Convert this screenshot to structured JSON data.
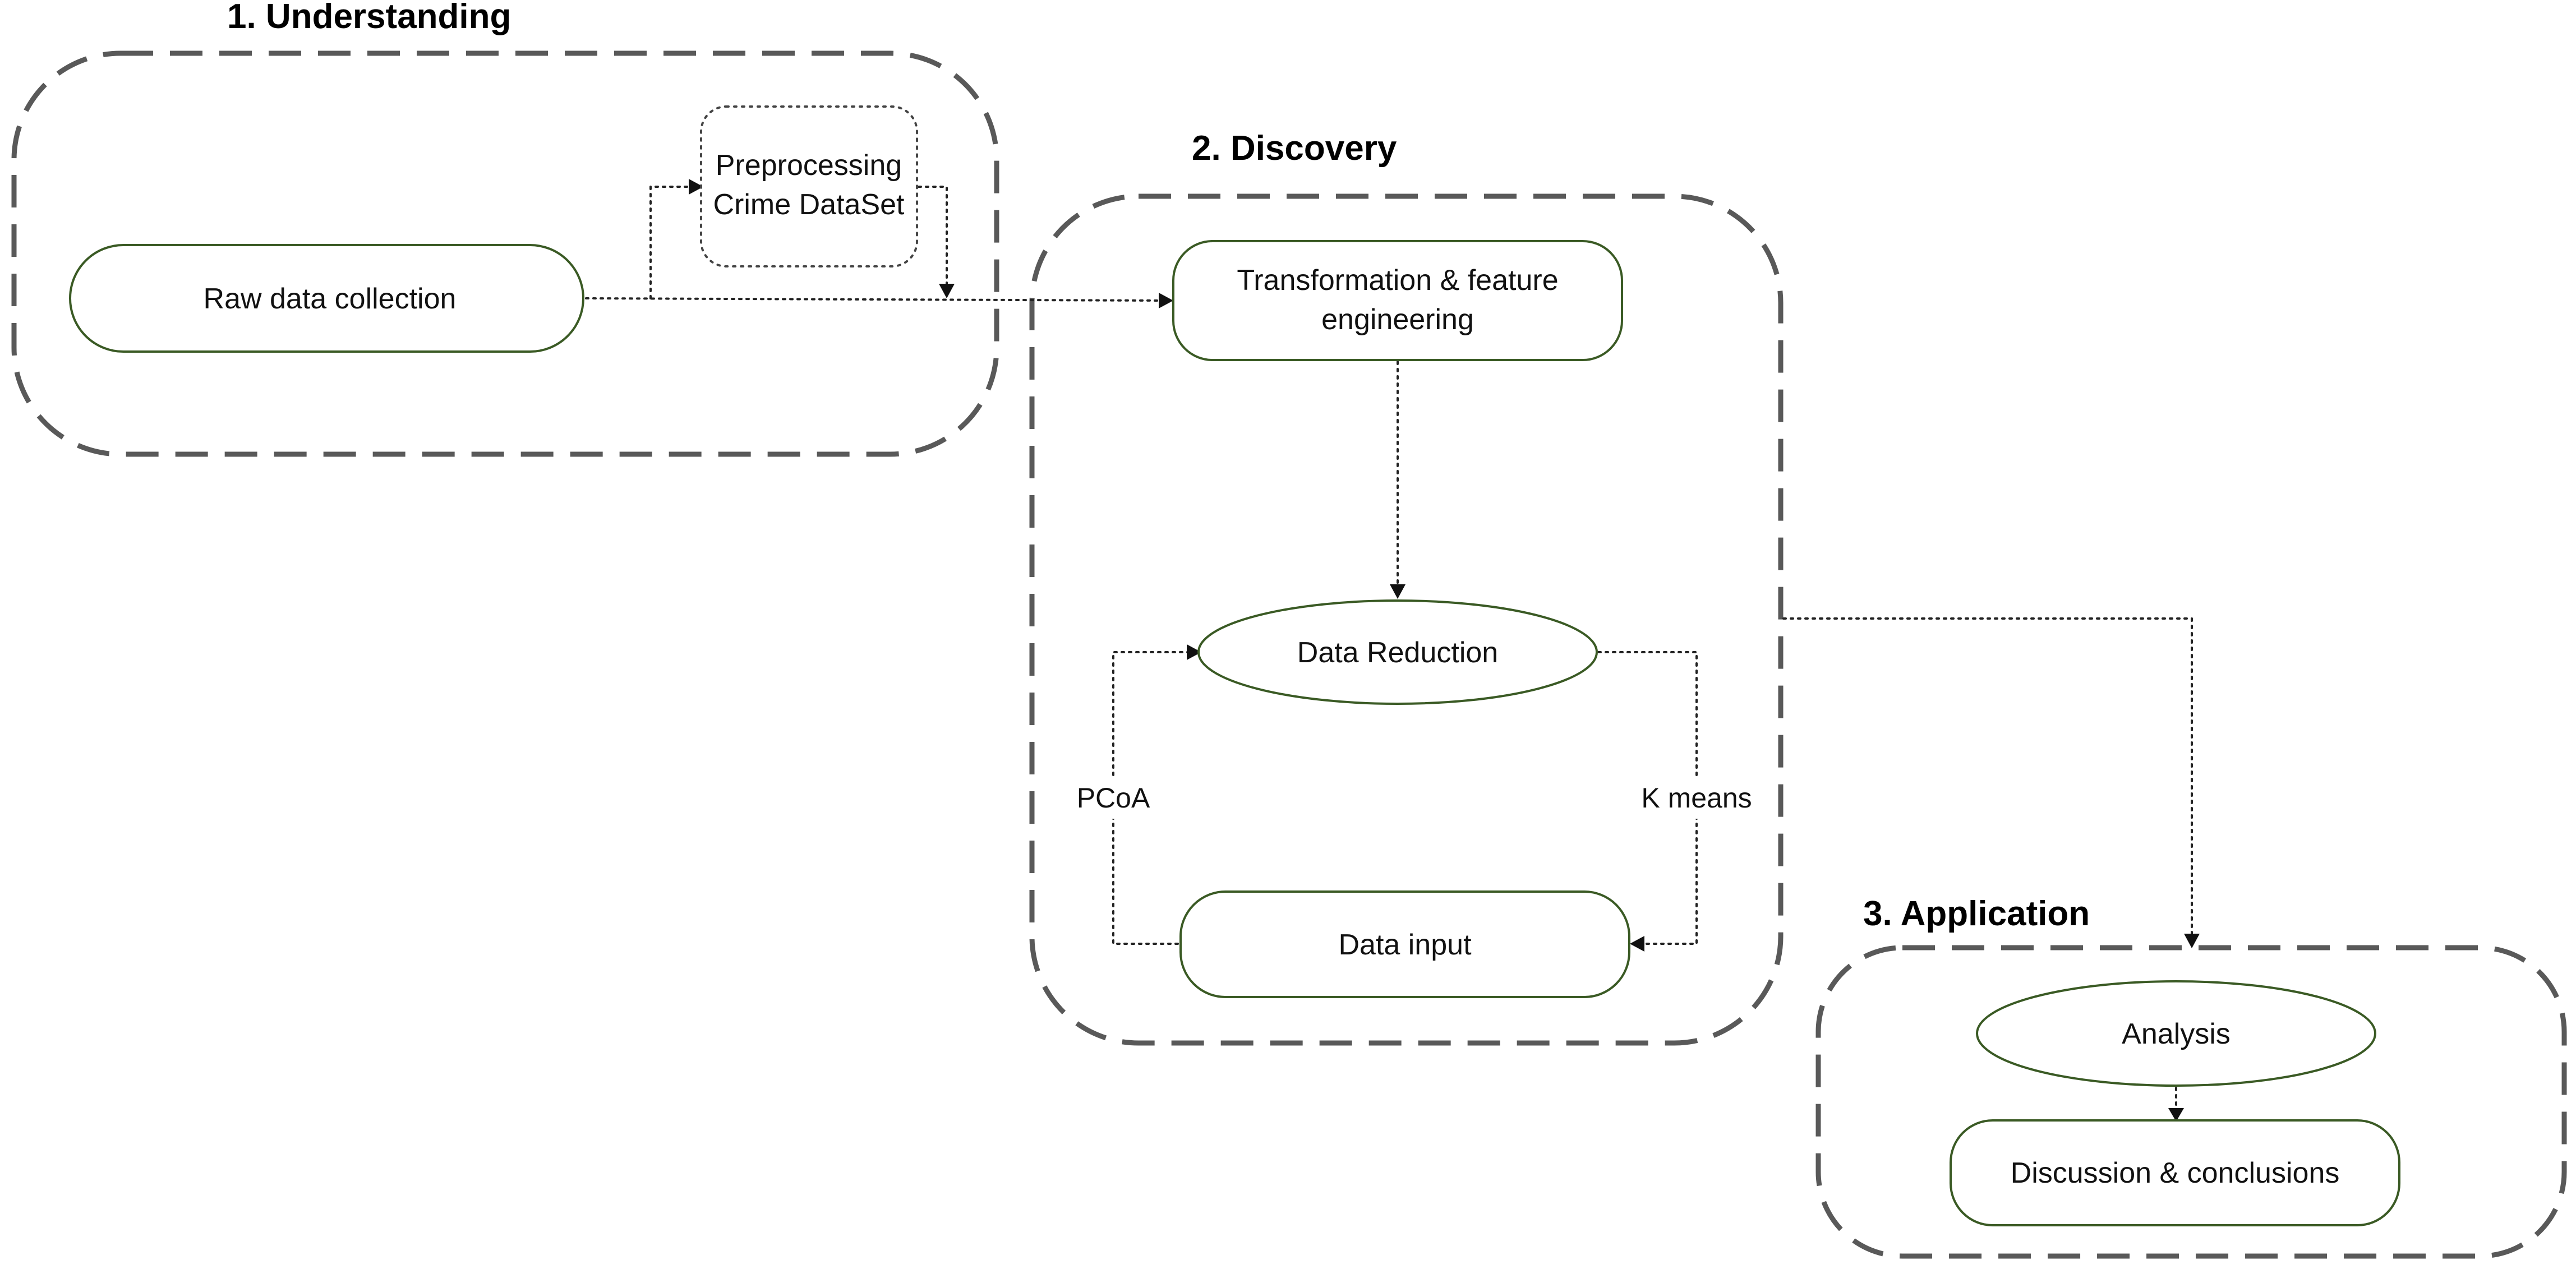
{
  "stages": {
    "understanding": {
      "title": "1. Understanding"
    },
    "discovery": {
      "title": "2.  Discovery"
    },
    "application": {
      "title": "3. Application"
    }
  },
  "nodes": {
    "raw_data": {
      "label": "Raw data collection"
    },
    "preprocessing": {
      "line1": "Preprocessing",
      "line2": "Crime DataSet"
    },
    "transformation": {
      "line1": "Transformation & feature",
      "line2": "engineering"
    },
    "data_reduction": {
      "label": "Data Reduction"
    },
    "data_input": {
      "label": "Data input"
    },
    "analysis": {
      "label": "Analysis"
    },
    "discussion": {
      "label": "Discussion & conclusions"
    }
  },
  "edge_labels": {
    "pcoa": "PCoA",
    "kmeans": "K means"
  },
  "colors": {
    "region_border": "#595959",
    "node_border": "#3a5a24",
    "connector": "#222222"
  }
}
